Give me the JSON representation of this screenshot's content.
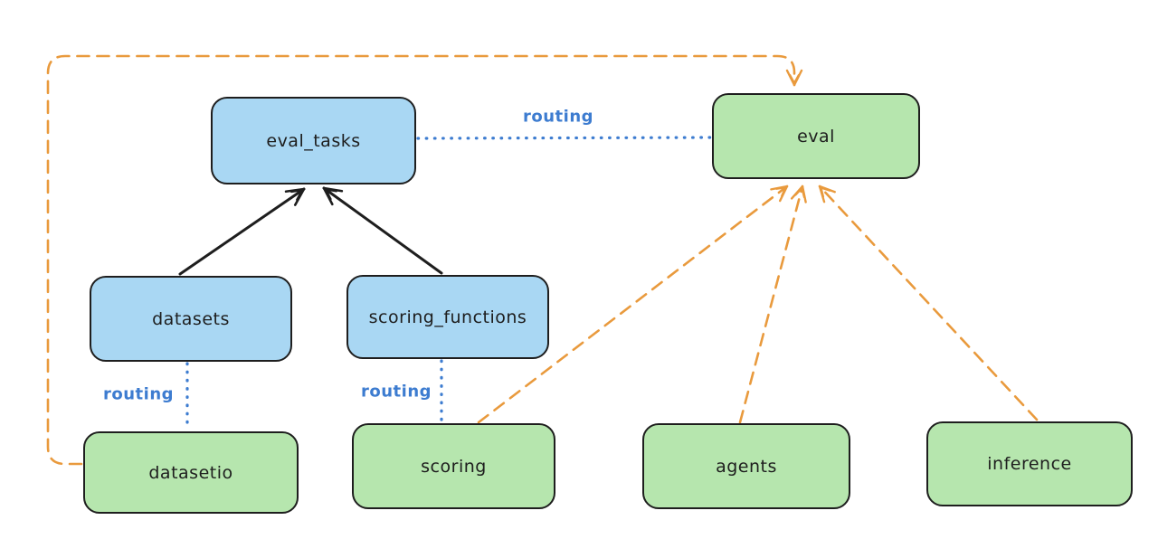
{
  "diagram": {
    "nodes": [
      {
        "id": "eval_tasks",
        "label": "eval_tasks",
        "fill": "#a9d7f3",
        "stroke": "#1e1e1e"
      },
      {
        "id": "eval",
        "label": "eval",
        "fill": "#b6e6ae",
        "stroke": "#1e1e1e"
      },
      {
        "id": "datasets",
        "label": "datasets",
        "fill": "#a9d7f3",
        "stroke": "#1e1e1e"
      },
      {
        "id": "scoring_functions",
        "label": "scoring_functions",
        "fill": "#a9d7f3",
        "stroke": "#1e1e1e"
      },
      {
        "id": "datasetio",
        "label": "datasetio",
        "fill": "#b6e6ae",
        "stroke": "#1e1e1e"
      },
      {
        "id": "scoring",
        "label": "scoring",
        "fill": "#b6e6ae",
        "stroke": "#1e1e1e"
      },
      {
        "id": "agents",
        "label": "agents",
        "fill": "#b6e6ae",
        "stroke": "#1e1e1e"
      },
      {
        "id": "inference",
        "label": "inference",
        "fill": "#b6e6ae",
        "stroke": "#1e1e1e"
      }
    ],
    "edges": [
      {
        "from": "datasets",
        "to": "eval_tasks",
        "style": "solid",
        "color": "#1e1e1e",
        "arrowhead": "end",
        "label": ""
      },
      {
        "from": "scoring_functions",
        "to": "eval_tasks",
        "style": "solid",
        "color": "#1e1e1e",
        "arrowhead": "end",
        "label": ""
      },
      {
        "from": "eval_tasks",
        "to": "eval",
        "style": "dotted",
        "color": "#3d7cd0",
        "arrowhead": "none",
        "label": "routing"
      },
      {
        "from": "datasets",
        "to": "datasetio",
        "style": "dotted",
        "color": "#3d7cd0",
        "arrowhead": "none",
        "label": "routing"
      },
      {
        "from": "scoring_functions",
        "to": "scoring",
        "style": "dotted",
        "color": "#3d7cd0",
        "arrowhead": "none",
        "label": "routing"
      },
      {
        "from": "datasetio",
        "to": "eval",
        "style": "dashed",
        "color": "#e99a3d",
        "arrowhead": "end",
        "label": ""
      },
      {
        "from": "scoring",
        "to": "eval",
        "style": "dashed",
        "color": "#e99a3d",
        "arrowhead": "end",
        "label": ""
      },
      {
        "from": "agents",
        "to": "eval",
        "style": "dashed",
        "color": "#e99a3d",
        "arrowhead": "end",
        "label": ""
      },
      {
        "from": "inference",
        "to": "eval",
        "style": "dashed",
        "color": "#e99a3d",
        "arrowhead": "end",
        "label": ""
      }
    ],
    "colors": {
      "background": "#ffffff",
      "node_fill_blue": "#a9d7f3",
      "node_fill_green": "#b6e6ae",
      "node_stroke": "#1e1e1e",
      "solid_arrow": "#1e1e1e",
      "routing_line": "#3d7cd0",
      "provider_arrow": "#e99a3d"
    }
  }
}
